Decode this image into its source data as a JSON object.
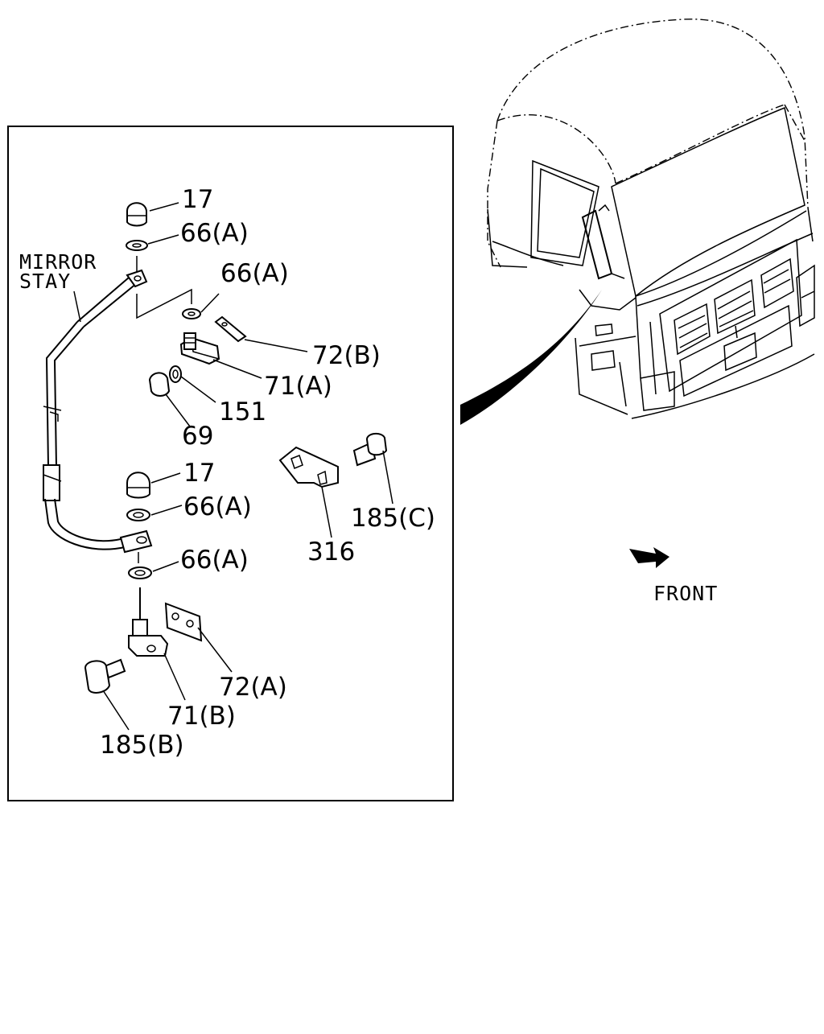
{
  "labels": {
    "mirror_stay_line1": "MIRROR",
    "mirror_stay_line2": "STAY",
    "front": "FRONT"
  },
  "callouts": [
    "17",
    "66(A)",
    "66(A)",
    "72(B)",
    "71(A)",
    "151",
    "69",
    "17",
    "66(A)",
    "66(A)",
    "185(C)",
    "316",
    "72(A)",
    "71(B)",
    "185(B)"
  ]
}
